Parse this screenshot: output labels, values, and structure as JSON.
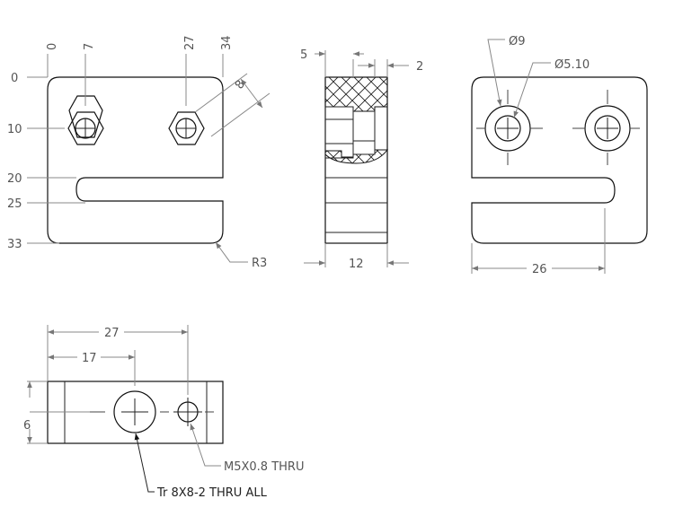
{
  "colors": {
    "object_line": "#111111",
    "dimension_line": "#888888",
    "text": "#555555",
    "background": "#ffffff"
  },
  "front_view": {
    "ordinate_x": [
      "0",
      "7",
      "27",
      "34"
    ],
    "ordinate_y": [
      "0",
      "10",
      "20",
      "25",
      "33"
    ],
    "hex_across_flats": "8",
    "corner_radius": "R3"
  },
  "section_view": {
    "dim_top_left": "5",
    "dim_top_right": "2",
    "width": "12"
  },
  "right_view": {
    "counterbore_dia": "Ø9",
    "hole_dia": "Ø5.10",
    "hole_spacing": "26"
  },
  "bottom_view": {
    "dim_27": "27",
    "dim_17": "17",
    "height": "6",
    "callout_small": "M5X0.8 THRU",
    "callout_large": "Tr 8X8-2 THRU ALL"
  }
}
